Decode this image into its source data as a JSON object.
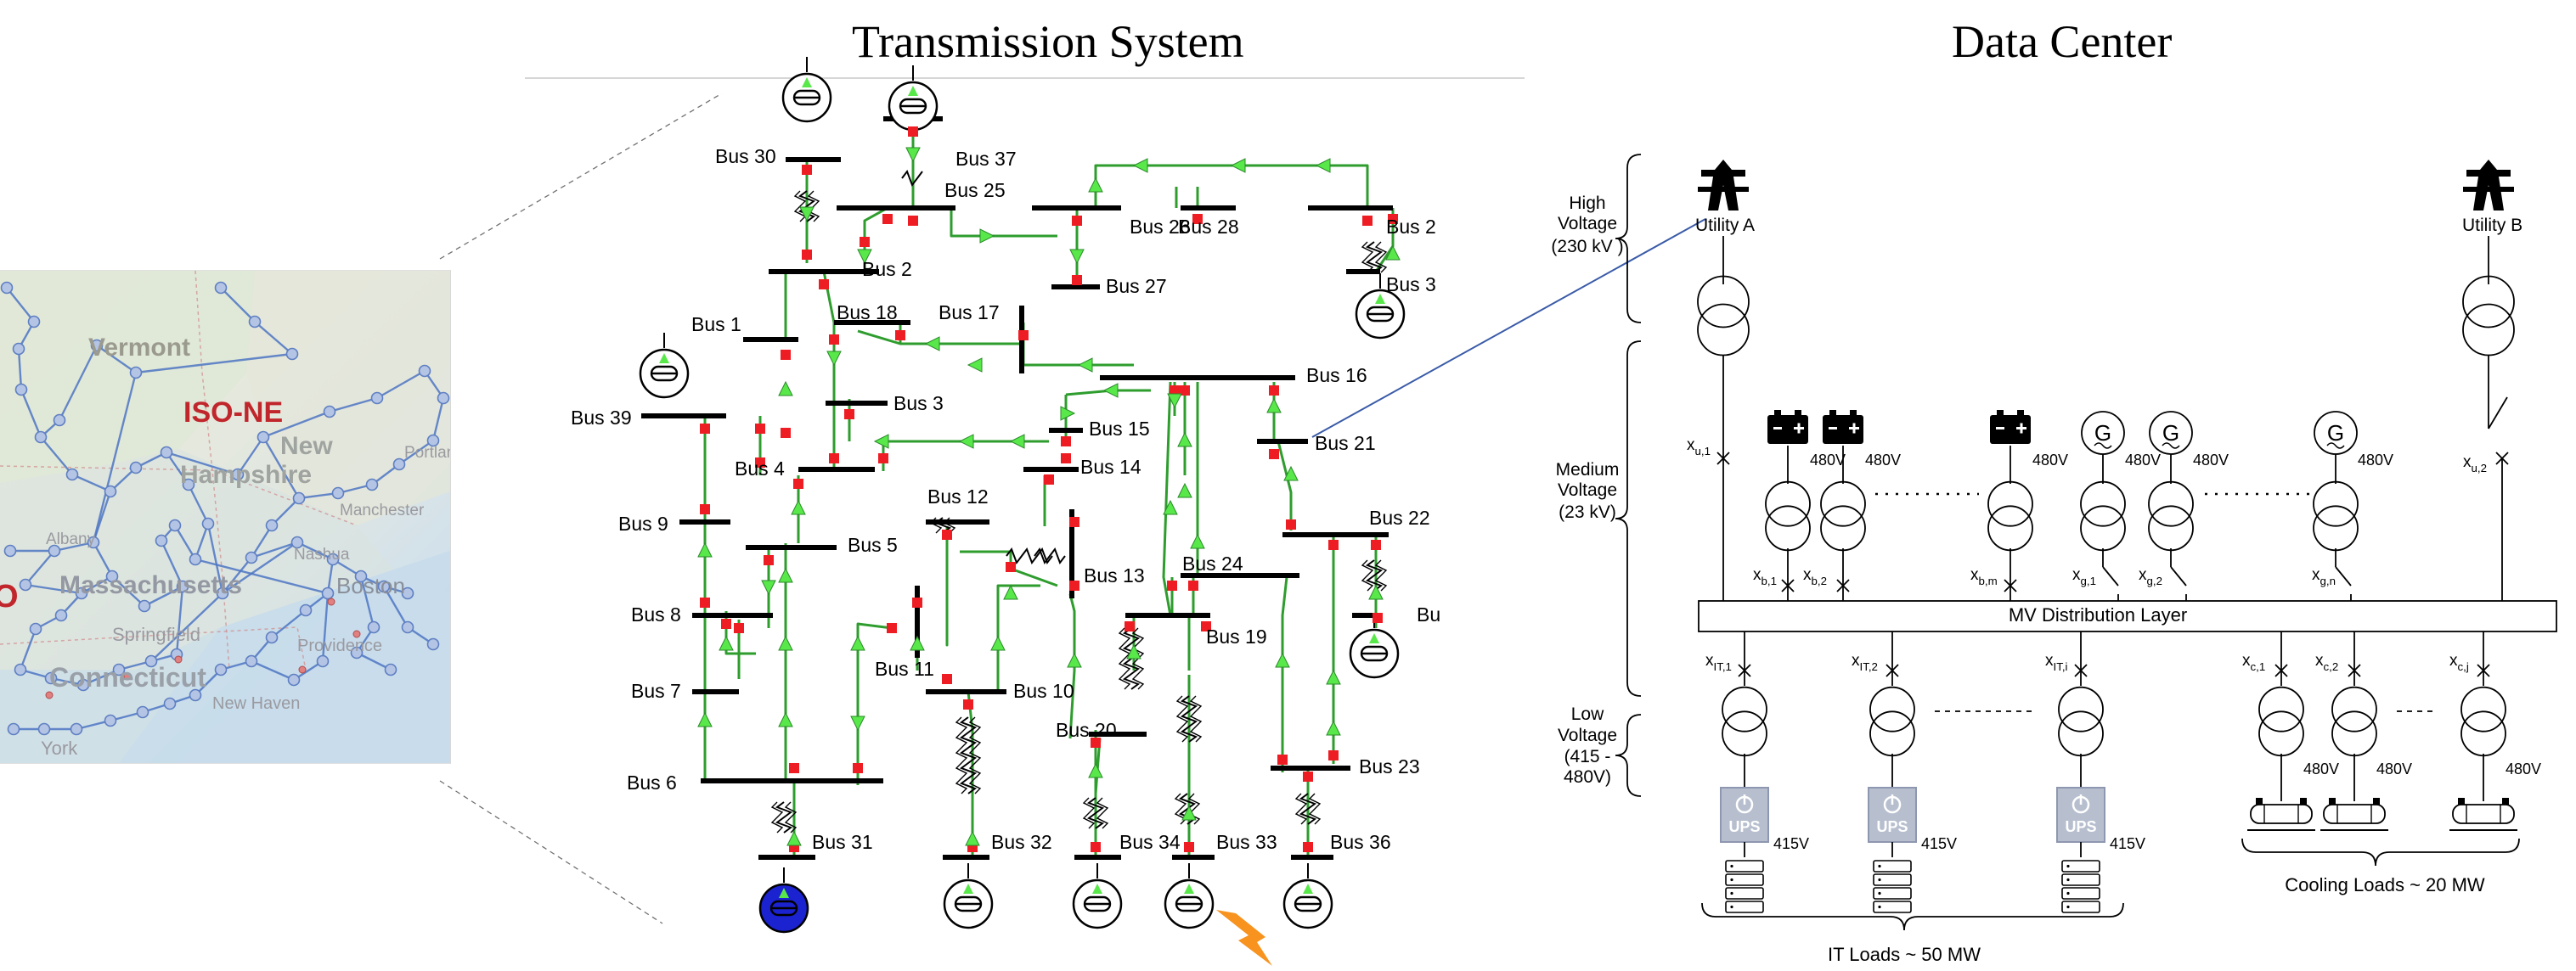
{
  "headings": {
    "transmission": "Transmission System",
    "datacenter": "Data Center"
  },
  "map": {
    "region_label": "ISO-NE",
    "places": [
      "Vermont",
      "New",
      "Hampshire",
      "Massachusetts",
      "Boston",
      "Springfield",
      "Connecticut",
      "Portland",
      "Manchester",
      "Nashua",
      "Albany",
      "Providence",
      "New Haven",
      "York",
      "O"
    ],
    "colors": {
      "region_label": "#c0262b",
      "network": "#4e76c4"
    }
  },
  "grid": {
    "buses": [
      "Bus 30",
      "Bus 37",
      "Bus 25",
      "Bus 26",
      "Bus 28",
      "Bus 2",
      "Bus 2",
      "Bus 3",
      "Bus 27",
      "Bus 1",
      "Bus 18",
      "Bus 17",
      "Bus 16",
      "Bus 39",
      "Bus 3",
      "Bus 15",
      "Bus 21",
      "Bus 4",
      "Bus 14",
      "Bus 22",
      "Bus 9",
      "Bus 12",
      "Bus 5",
      "Bus 13",
      "Bus 24",
      "Bus 8",
      "Bu",
      "Bus 19",
      "Bus 11",
      "Bus 10",
      "Bus 7",
      "Bus 20",
      "Bus 23",
      "Bus 6",
      "Bus 31",
      "Bus 32",
      "Bus 34",
      "Bus 33",
      "Bus 36"
    ],
    "colors": {
      "line": "#2e9d2e",
      "arrow": "#59e84a",
      "breaker": "#ee1d23",
      "bus": "#000000",
      "slack_generator": "#1b22cf",
      "lightning": "#f7931e"
    }
  },
  "datacenter": {
    "voltage_levels": [
      {
        "name": "High",
        "detail": "Voltage",
        "value": "(230 kV )"
      },
      {
        "name": "Medium",
        "detail": "Voltage",
        "value": "(23 kV)"
      },
      {
        "name": "Low",
        "detail": "Voltage",
        "value": "(415 -"
      },
      {
        "extra": "480V)"
      }
    ],
    "utilities": [
      "Utility A",
      "Utility B"
    ],
    "mv_layer": "MV Distribution Layer",
    "volt_480": "480V",
    "volt_415": "415V",
    "ups_label": "UPS",
    "gen_label": "G",
    "breakers": {
      "xu1": [
        "x",
        "u,1"
      ],
      "xu2": [
        "x",
        "u,2"
      ],
      "xb1": [
        "x",
        "b,1"
      ],
      "xb2": [
        "x",
        "b,2"
      ],
      "xbm": [
        "x",
        "b,m"
      ],
      "xg1": [
        "x",
        "g,1"
      ],
      "xg2": [
        "x",
        "g,2"
      ],
      "xgn": [
        "x",
        "g,n"
      ],
      "xit1": [
        "x",
        "IT,1"
      ],
      "xit2": [
        "x",
        "IT,2"
      ],
      "xiti": [
        "x",
        "IT,i"
      ],
      "xc1": [
        "x",
        "c,1"
      ],
      "xc2": [
        "x",
        "c,2"
      ],
      "xcj": [
        "x",
        "c,j"
      ]
    },
    "loads": {
      "it": "IT Loads ~ 50 MW",
      "cooling": "Cooling Loads ~ 20 MW"
    },
    "colors": {
      "ups_fill": "#b7bfcf",
      "ups_border": "#8e97b0",
      "link": "#3a5ba8"
    }
  }
}
